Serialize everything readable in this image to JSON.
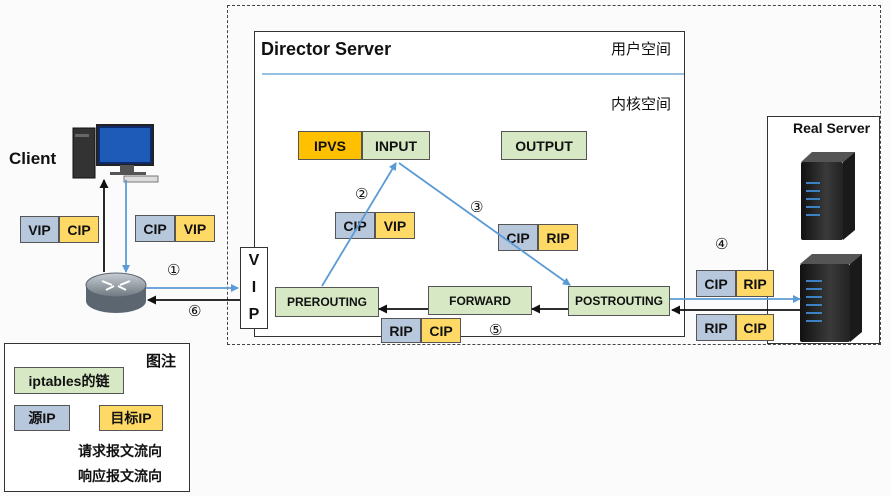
{
  "director": {
    "title": "Director Server",
    "user_space": "用户空间",
    "kernel_space": "内核空间"
  },
  "chains": {
    "ipvs": "IPVS",
    "input": "INPUT",
    "output": "OUTPUT",
    "prerouting": "PREROUTING",
    "forward": "FORWARD",
    "postrouting": "POSTROUTING"
  },
  "vip_port": [
    "V",
    "I",
    "P"
  ],
  "client": {
    "label": "Client"
  },
  "real_server": {
    "label": "Real Server"
  },
  "packets": {
    "client_in": {
      "src": "CIP",
      "dst": "VIP"
    },
    "client_out": {
      "src": "VIP",
      "dst": "CIP"
    },
    "step2": {
      "src": "CIP",
      "dst": "VIP"
    },
    "step3": {
      "src": "CIP",
      "dst": "RIP"
    },
    "step4": {
      "src": "CIP",
      "dst": "RIP"
    },
    "rs_reply": {
      "src": "RIP",
      "dst": "CIP"
    },
    "step5": {
      "src": "RIP",
      "dst": "CIP"
    }
  },
  "steps": [
    "①",
    "②",
    "③",
    "④",
    "⑤",
    "⑥"
  ],
  "legend": {
    "title": "图注",
    "chain": "iptables的链",
    "src": "源IP",
    "dst": "目标IP",
    "request": "请求报文流向",
    "response": "响应报文流向"
  },
  "colors": {
    "chain": "#d6e8c4",
    "src": "#b8c8dc",
    "dst": "#ffd966",
    "ipvs": "#ffc000",
    "request_arrow": "#5b9bd5",
    "response_arrow": "#111111"
  }
}
